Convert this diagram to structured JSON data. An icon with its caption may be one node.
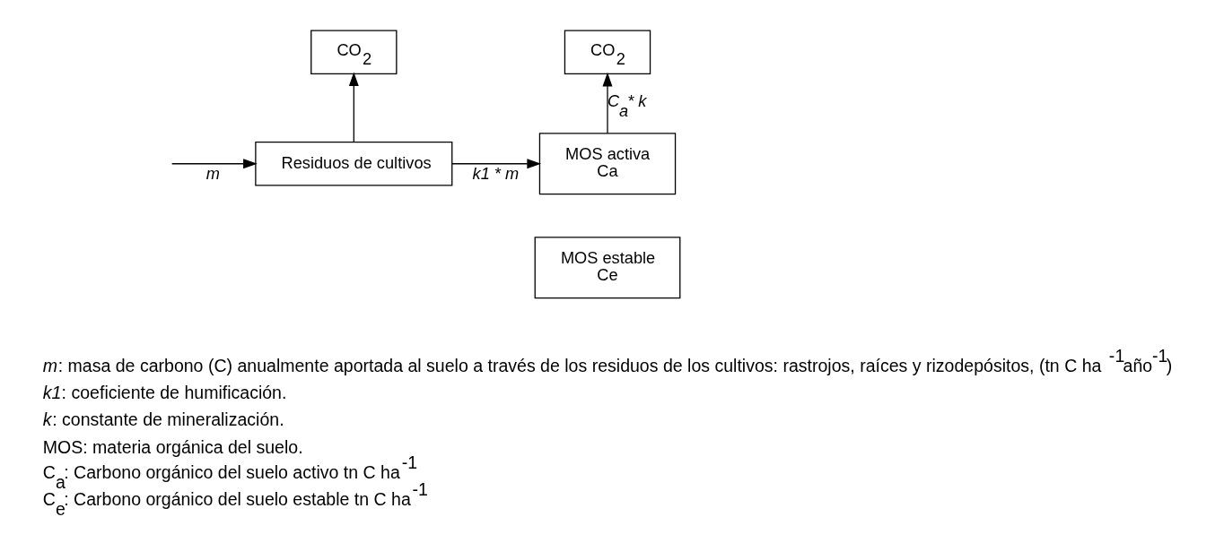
{
  "diagram": {
    "nodes": [
      {
        "text": [
          "CO$_{2}$"
        ]
      },
      {
        "text": [
          "CO$_{2}$"
        ]
      },
      {
        "text": [
          "Residuos de cultivos"
        ]
      },
      {
        "text": [
          "MOS activa",
          "Ca"
        ]
      },
      {
        "text": [
          "MOS estable",
          "Ce"
        ]
      }
    ],
    "edges": [
      {
        "from": null,
        "to": 2,
        "arrow": "to",
        "label": "m"
      },
      {
        "from": 2,
        "to": 0,
        "arrow": "to"
      },
      {
        "from": 2,
        "to": 3,
        "arrow": "to",
        "label": "k1 * m"
      },
      {
        "from": 3,
        "to": 1,
        "arrow": "to",
        "label": "C$_{a}$* k"
      }
    ],
    "labels": [
      "*m*: masa de carbono (C) anualmente aportada al suelo a través de los residuos de los cultivos: rastrojos, raíces y rizodepósitos, (tn C ha$^{-1}$año$^{-1}$)",
      "*k1*: coeficiente de humificación.",
      "*k*: constante de mineralización.",
      "MOS: materia orgánica del suelo.",
      "C$_{a}$: Carbono orgánico del suelo activo tn C ha$^{-1}$",
      "C$_{e}$: Carbono orgánico del suelo estable tn C ha$^{-1}$"
    ]
  }
}
